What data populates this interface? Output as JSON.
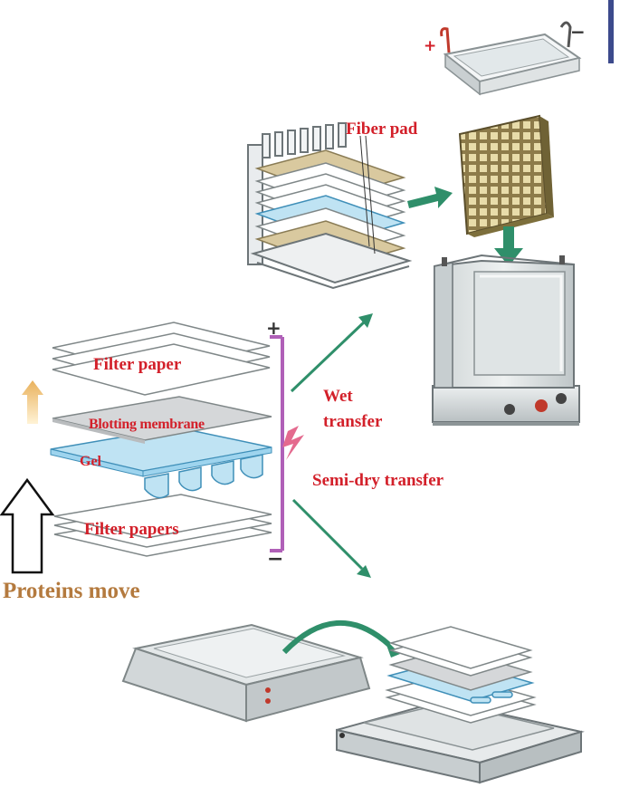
{
  "labels": {
    "fiber_pad": "Fiber pad",
    "filter_paper": "Filter paper",
    "blotting_membrane": "Blotting membrane",
    "gel": "Gel",
    "filter_papers": "Filter papers",
    "wet_transfer_line1": "Wet",
    "wet_transfer_line2": "transfer",
    "semi_dry_transfer": "Semi-dry transfer",
    "proteins_move": "Proteins move",
    "positive_terminal": "+",
    "negative_terminal": "−"
  },
  "colors": {
    "label_red": "#d3202a",
    "proteins_label": "#b47a3e",
    "arrow_teal": "#2f8f6a",
    "electrode_purple": "#b060b8",
    "gel_blue": "#9ed4ee",
    "fiber_pad_tan": "#d6c59c"
  }
}
